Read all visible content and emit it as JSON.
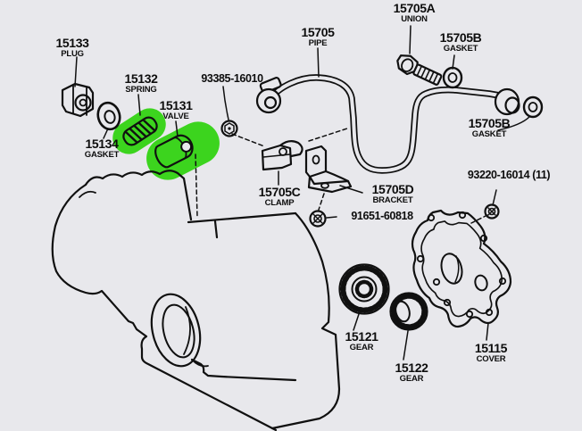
{
  "diagram_title": "oil-pump-parts-diagram",
  "colors": {
    "background": "#e8e8ec",
    "line": "#101010",
    "highlight": "#3cd41e"
  },
  "labels": {
    "l15133": {
      "number": "15133",
      "name": "PLUG"
    },
    "l15134": {
      "number": "15134",
      "name": "GASKET"
    },
    "l15132": {
      "number": "15132",
      "name": "SPRING"
    },
    "l15131": {
      "number": "15131",
      "name": "VALVE"
    },
    "l93385": {
      "number": "93385-16010"
    },
    "l15705": {
      "number": "15705",
      "name": "PIPE"
    },
    "l15705A": {
      "number": "15705A",
      "name": "UNION"
    },
    "l15705B1": {
      "number": "15705B",
      "name": "GASKET"
    },
    "l15705B2": {
      "number": "15705B",
      "name": "GASKET"
    },
    "l15705C": {
      "number": "15705C",
      "name": "CLAMP"
    },
    "l15705D": {
      "number": "15705D",
      "name": "BRACKET"
    },
    "l91651": {
      "number": "91651-60818"
    },
    "l93220": {
      "number": "93220-16014 (11)"
    },
    "l15121": {
      "number": "15121",
      "name": "GEAR"
    },
    "l15122": {
      "number": "15122",
      "name": "GEAR"
    },
    "l15115": {
      "number": "15115",
      "name": "COVER"
    }
  }
}
